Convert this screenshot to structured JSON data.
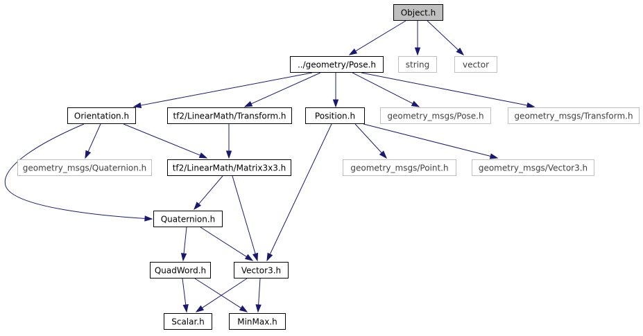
{
  "nodes": [
    {
      "id": "object_h",
      "label": "Object.h",
      "kind": "root"
    },
    {
      "id": "pose_h",
      "label": "../geometry/Pose.h",
      "kind": "normal"
    },
    {
      "id": "string",
      "label": "string",
      "kind": "external"
    },
    {
      "id": "vector",
      "label": "vector",
      "kind": "external"
    },
    {
      "id": "orientation_h",
      "label": "Orientation.h",
      "kind": "normal"
    },
    {
      "id": "transform_h",
      "label": "tf2/LinearMath/Transform.h",
      "kind": "normal"
    },
    {
      "id": "position_h",
      "label": "Position.h",
      "kind": "normal"
    },
    {
      "id": "gm_pose",
      "label": "geometry_msgs/Pose.h",
      "kind": "external"
    },
    {
      "id": "gm_transform",
      "label": "geometry_msgs/Transform.h",
      "kind": "external"
    },
    {
      "id": "gm_quaternion",
      "label": "geometry_msgs/Quaternion.h",
      "kind": "external"
    },
    {
      "id": "matrix3x3_h",
      "label": "tf2/LinearMath/Matrix3x3.h",
      "kind": "normal"
    },
    {
      "id": "gm_point",
      "label": "geometry_msgs/Point.h",
      "kind": "external"
    },
    {
      "id": "gm_vector3",
      "label": "geometry_msgs/Vector3.h",
      "kind": "external"
    },
    {
      "id": "quaternion_h",
      "label": "Quaternion.h",
      "kind": "normal"
    },
    {
      "id": "quadword_h",
      "label": "QuadWord.h",
      "kind": "normal"
    },
    {
      "id": "vector3_h",
      "label": "Vector3.h",
      "kind": "normal"
    },
    {
      "id": "scalar_h",
      "label": "Scalar.h",
      "kind": "normal"
    },
    {
      "id": "minmax_h",
      "label": "MinMax.h",
      "kind": "normal"
    }
  ],
  "edges": [
    {
      "from": "object_h",
      "to": "pose_h"
    },
    {
      "from": "object_h",
      "to": "string"
    },
    {
      "from": "object_h",
      "to": "vector"
    },
    {
      "from": "pose_h",
      "to": "orientation_h"
    },
    {
      "from": "pose_h",
      "to": "transform_h"
    },
    {
      "from": "pose_h",
      "to": "position_h"
    },
    {
      "from": "pose_h",
      "to": "gm_pose"
    },
    {
      "from": "pose_h",
      "to": "gm_transform"
    },
    {
      "from": "orientation_h",
      "to": "gm_quaternion"
    },
    {
      "from": "orientation_h",
      "to": "matrix3x3_h"
    },
    {
      "from": "orientation_h",
      "to": "quaternion_h"
    },
    {
      "from": "transform_h",
      "to": "matrix3x3_h"
    },
    {
      "from": "position_h",
      "to": "gm_point"
    },
    {
      "from": "position_h",
      "to": "gm_vector3"
    },
    {
      "from": "position_h",
      "to": "vector3_h"
    },
    {
      "from": "matrix3x3_h",
      "to": "quaternion_h"
    },
    {
      "from": "matrix3x3_h",
      "to": "vector3_h"
    },
    {
      "from": "quaternion_h",
      "to": "quadword_h"
    },
    {
      "from": "quaternion_h",
      "to": "vector3_h"
    },
    {
      "from": "quadword_h",
      "to": "scalar_h"
    },
    {
      "from": "quadword_h",
      "to": "minmax_h"
    },
    {
      "from": "vector3_h",
      "to": "scalar_h"
    },
    {
      "from": "vector3_h",
      "to": "minmax_h"
    }
  ]
}
